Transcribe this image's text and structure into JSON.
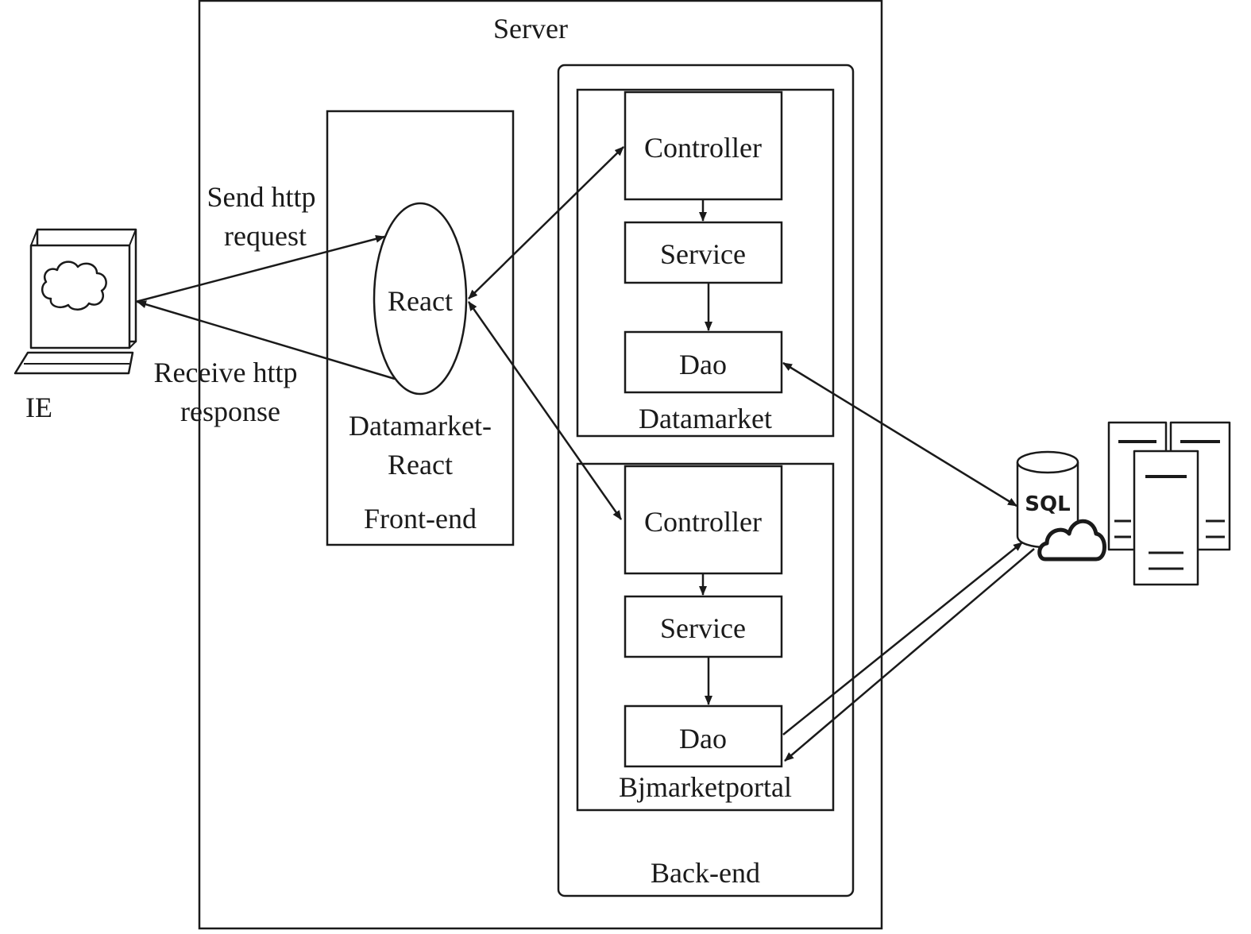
{
  "server": {
    "title": "Server"
  },
  "client": {
    "label": "IE"
  },
  "edges": {
    "send_line1": "Send http",
    "send_line2": "request",
    "receive_line1": "Receive http",
    "receive_line2": "response"
  },
  "frontend": {
    "react_label": "React",
    "module_line1": "Datamarket-",
    "module_line2": "React",
    "title": "Front-end"
  },
  "backend": {
    "title": "Back-end",
    "modules": [
      {
        "name": "Datamarket",
        "controller": "Controller",
        "service": "Service",
        "dao": "Dao"
      },
      {
        "name": "Bjmarketportal",
        "controller": "Controller",
        "service": "Service",
        "dao": "Dao"
      }
    ]
  },
  "database": {
    "badge": "SQL",
    "icon": "sql-cloud-database-icon"
  },
  "servers_icon": {
    "icon": "server-rack-icon"
  }
}
